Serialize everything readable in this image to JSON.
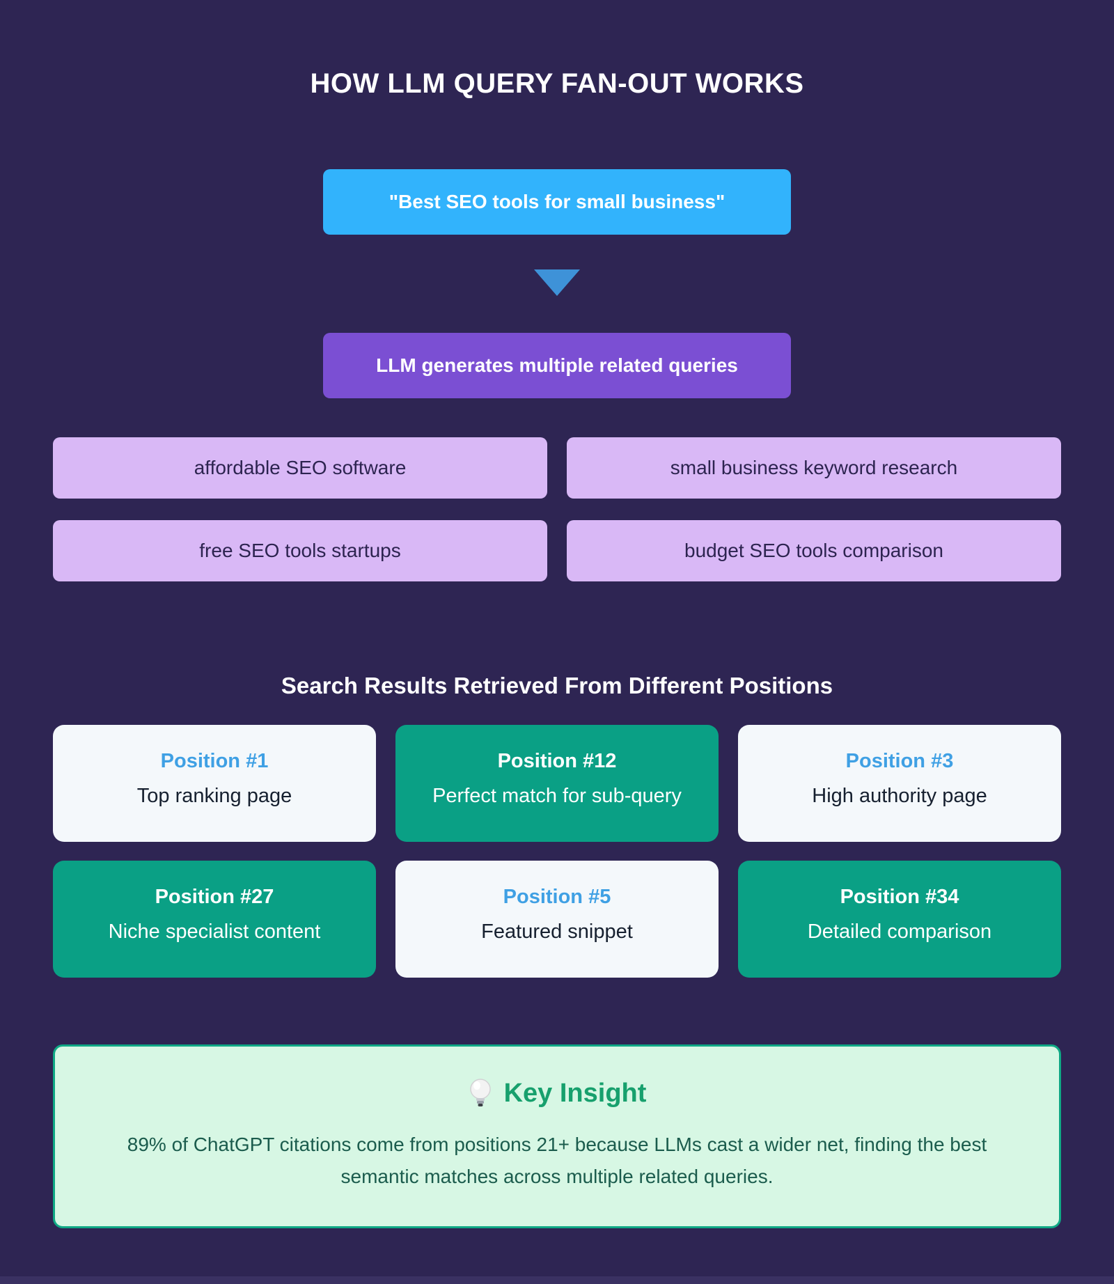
{
  "page": {
    "title": "HOW LLM QUERY FAN-OUT WORKS"
  },
  "flow": {
    "original_query": "\"Best SEO tools for small business\"",
    "llm_step": "LLM generates multiple related queries",
    "subqueries": [
      "affordable SEO software",
      "small business keyword research",
      "free SEO tools startups",
      "budget SEO tools comparison"
    ]
  },
  "results": {
    "heading": "Search Results Retrieved From Different Positions",
    "cards": [
      {
        "position": "Position #1",
        "description": "Top ranking page",
        "variant": "light"
      },
      {
        "position": "Position #12",
        "description": "Perfect match for sub-query",
        "variant": "green"
      },
      {
        "position": "Position #3",
        "description": "High authority page",
        "variant": "light"
      },
      {
        "position": "Position #27",
        "description": "Niche specialist content",
        "variant": "green"
      },
      {
        "position": "Position #5",
        "description": "Featured snippet",
        "variant": "light"
      },
      {
        "position": "Position #34",
        "description": "Detailed comparison",
        "variant": "green"
      }
    ]
  },
  "key_insight": {
    "icon": "lightbulb-icon",
    "title": "Key Insight",
    "body": "89% of ChatGPT citations come from positions 21+ because LLMs cast a wider net, finding the best semantic matches across multiple related queries."
  },
  "colors": {
    "bg_purple": "#2e2553",
    "query_blue": "#32b3fc",
    "arrow_blue": "#3e92d8",
    "llm_purple": "#7b4fd3",
    "pill_lavender": "#d9b8f6",
    "card_light": "#f4f8fb",
    "card_green": "#0aa085",
    "pos_blue": "#3fa0e4",
    "insight_bg": "#d7f7e4",
    "insight_border": "#0fa885",
    "insight_green": "#17a06d",
    "insight_text": "#1b5c4d"
  }
}
